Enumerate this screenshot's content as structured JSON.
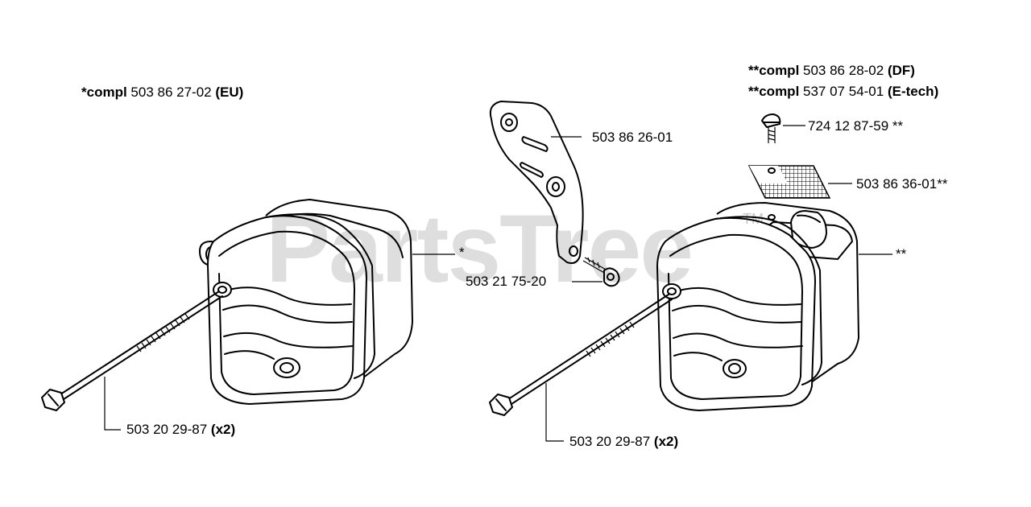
{
  "watermark": {
    "brand": "PartsTree",
    "tm": "TM"
  },
  "left_assembly": {
    "compl_prefix": "*compl",
    "compl_number": " 503 86 27-02 ",
    "compl_suffix": "(EU)",
    "muffler_callout": "*",
    "bolt_number": "503 20 29-87 ",
    "bolt_qty": "(x2)"
  },
  "bracket": {
    "bracket_number": "503 86 26-01",
    "screw_number": "503 21 75-20"
  },
  "right_assembly": {
    "compl_df_prefix": "**compl",
    "compl_df_number": " 503 86 28-02 ",
    "compl_df_suffix": "(DF)",
    "compl_etech_prefix": "**compl",
    "compl_etech_number": " 537 07 54-01 ",
    "compl_etech_suffix": "(E-tech)",
    "screw_number": "724 12 87-59 **",
    "screen_number": "503 86 36-01**",
    "muffler_callout": "**",
    "bolt_number": "503 20 29-87 ",
    "bolt_qty": "(x2)"
  }
}
